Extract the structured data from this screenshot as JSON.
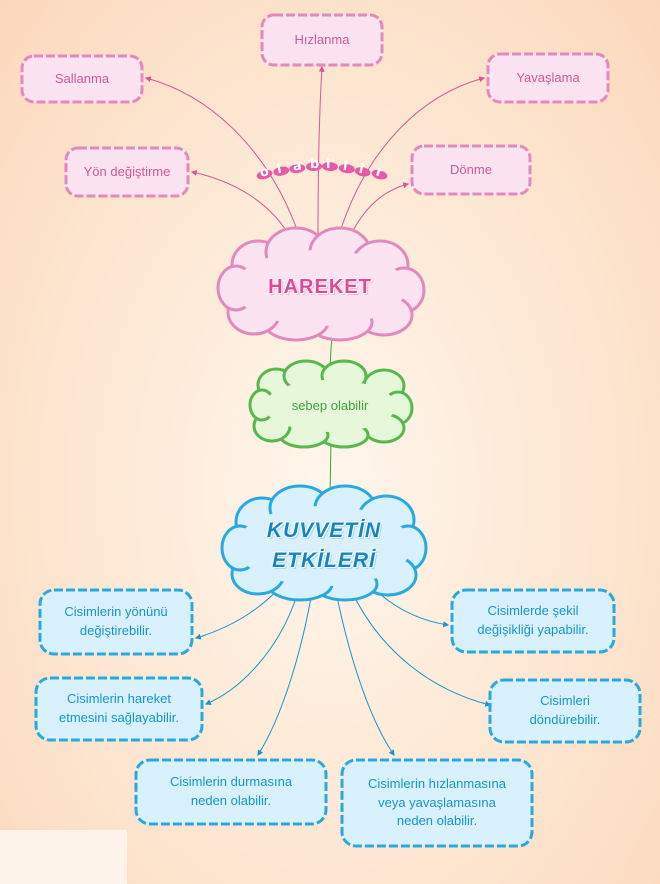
{
  "colors": {
    "pink": "#d9569a",
    "pink_border": "#e28ac0",
    "pink_fill": "#fbe3f1",
    "blue": "#1596cf",
    "blue_border": "#2aa9e0",
    "blue_fill": "#d8f1fd",
    "green": "#3aa63a",
    "green_border": "#55b94b",
    "green_fill": "#e7f7da",
    "olabilir_dots": "#e85aa5"
  },
  "motion": {
    "center": "HAREKET",
    "connector_word": "olabilir",
    "types": [
      "Sallanma",
      "Hızlanma",
      "Yavaşlama",
      "Yön değiştirme",
      "Dönme"
    ]
  },
  "link": {
    "label": "sebep olabilir"
  },
  "force": {
    "title_line1": "KUVVETİN",
    "title_line2": "ETKİLERİ",
    "effects": [
      {
        "line1": "Cisimlerin yönünü",
        "line2": "değiştirebilir.",
        "line3": ""
      },
      {
        "line1": "Cisimlerde şekil",
        "line2": "değişikliği yapabilir.",
        "line3": ""
      },
      {
        "line1": "Cisimlerin hareket",
        "line2": "etmesini sağlayabilir.",
        "line3": ""
      },
      {
        "line1": "Cisimleri",
        "line2": "döndürebilir.",
        "line3": ""
      },
      {
        "line1": "Cisimlerin durmasına",
        "line2": "neden olabilir.",
        "line3": ""
      },
      {
        "line1": "Cisimlerin hızlanmasına",
        "line2": "veya yavaşlamasına",
        "line3": "neden olabilir."
      }
    ]
  }
}
